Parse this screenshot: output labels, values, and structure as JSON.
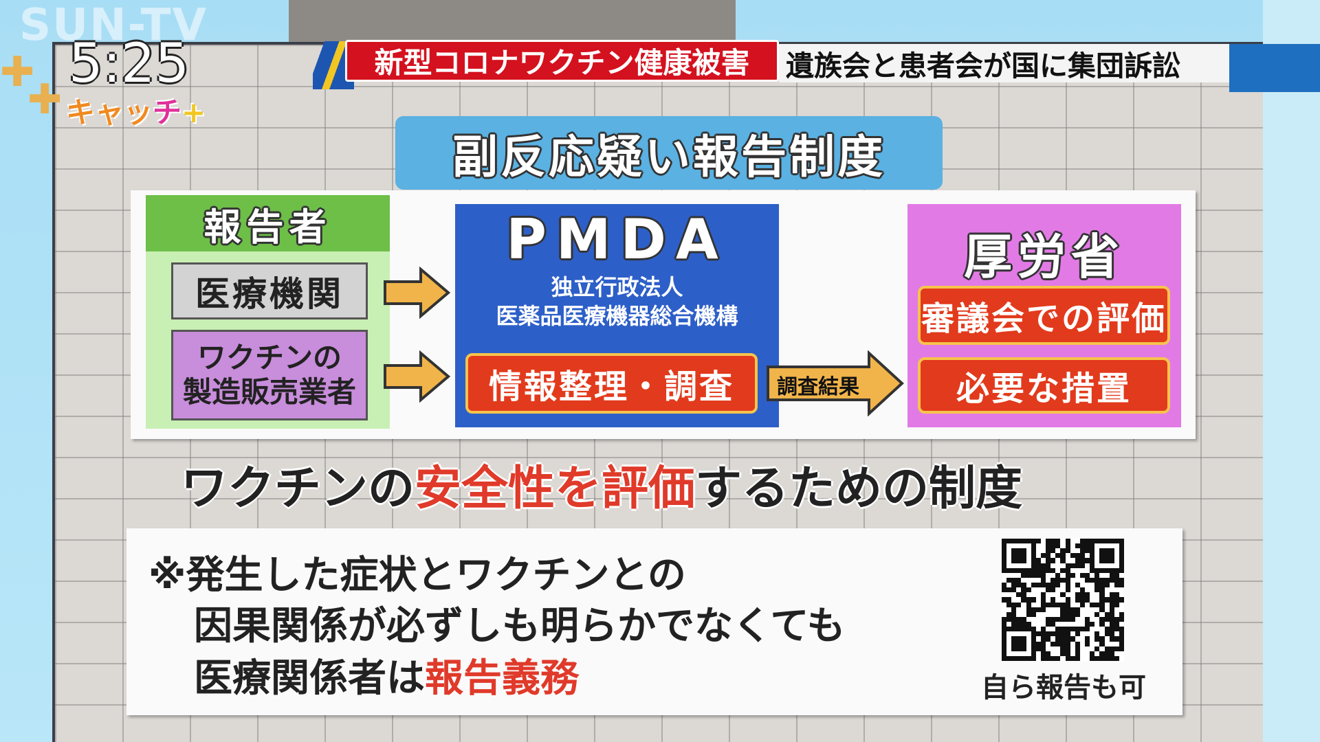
{
  "overlay": {
    "watermark": "SUN-TV",
    "clock": "5:25",
    "program_logo_a": "キャッ",
    "program_logo_b": "チ",
    "program_logo_plus": "+"
  },
  "headline": {
    "tag": "新型コロナワクチン健康被害",
    "text": "遺族会と患者会が国に集団訴訟"
  },
  "board": {
    "title": "副反応疑い報告制度",
    "reporters": {
      "header": "報告者",
      "medical": "医療機関",
      "maker_line1": "ワクチンの",
      "maker_line2": "製造販売業者"
    },
    "pmda": {
      "name": "PMDA",
      "sub1": "独立行政法人",
      "sub2": "医薬品医療機器総合機構",
      "task": "情報整理・調査"
    },
    "arrow_label": "調査結果",
    "mhlw": {
      "name": "厚労省",
      "eval": "審議会での評価",
      "measures": "必要な措置"
    },
    "caption": {
      "pre": "ワクチンの",
      "highlight": "安全性を評価",
      "post": "するための制度"
    },
    "note": {
      "line1": "※発生した症状とワクチンとの",
      "line2": "因果関係が必ずしも明らかでなくても",
      "line3_pre": "医療関係者は",
      "line3_highlight": "報告義務",
      "self_report": "自ら報告も可"
    }
  },
  "colors": {
    "accent_red": "#e03a2a",
    "pmda_blue": "#2d5fc8",
    "mhlw_pink": "#e27ae5",
    "reporter_green": "#6dbf48"
  }
}
